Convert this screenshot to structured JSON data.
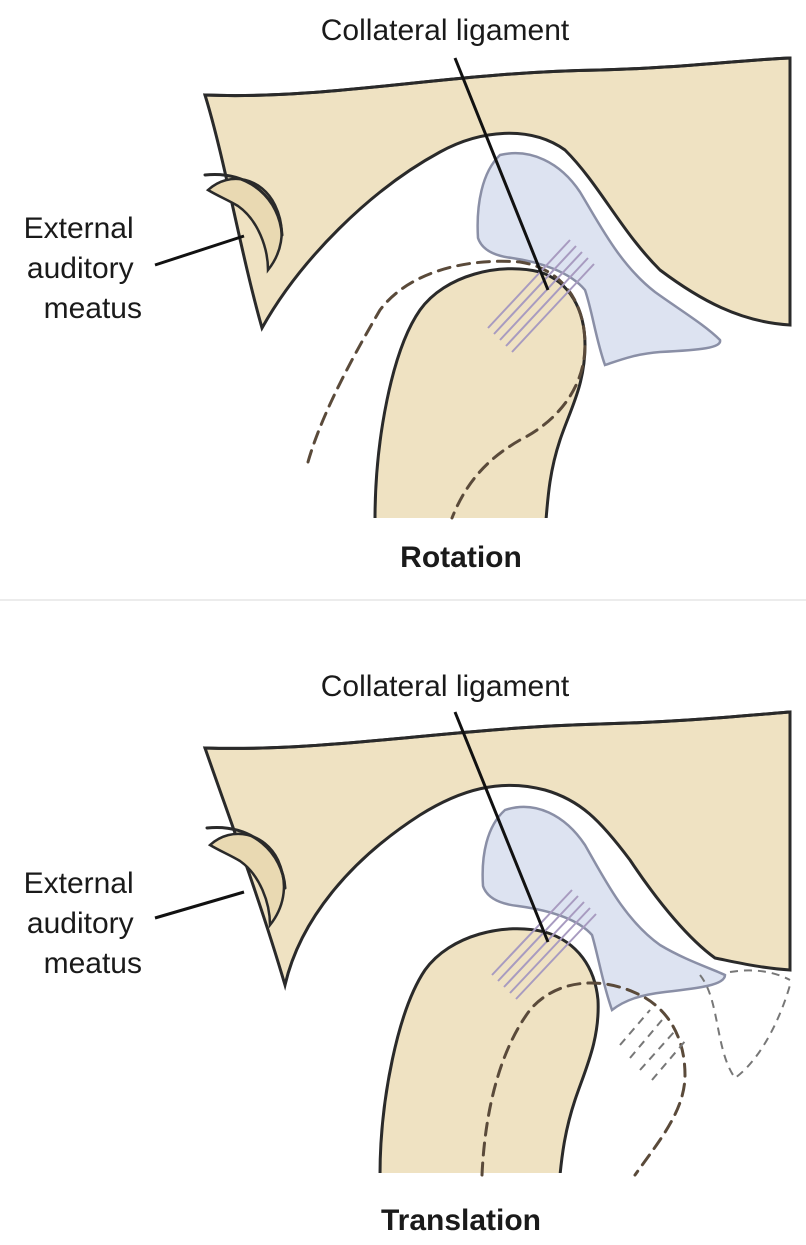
{
  "panels": [
    {
      "ligament_label": "Collateral ligament",
      "meatus_label": [
        "External",
        "auditory",
        "meatus"
      ],
      "caption": "Rotation"
    },
    {
      "ligament_label": "Collateral ligament",
      "meatus_label": [
        "External",
        "auditory",
        "meatus"
      ],
      "caption": "Translation"
    }
  ],
  "colors": {
    "bone": "#efe2c2",
    "disc": "#dde3f1",
    "outline": "#2a2a2a",
    "ligament": "#a89bc0"
  }
}
